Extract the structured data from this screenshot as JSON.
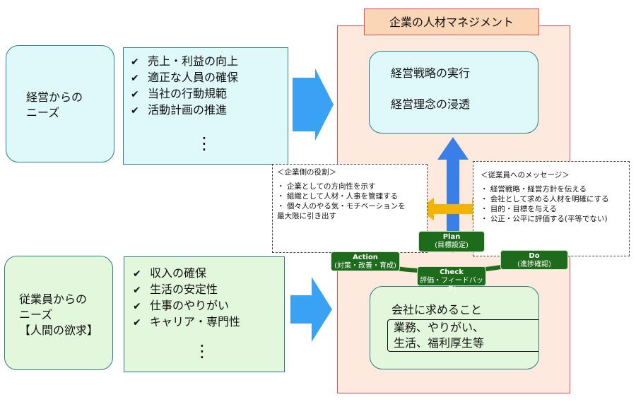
{
  "management": {
    "title": "企業の人材マネジメント",
    "top_box": [
      "経営戦略の実行",
      "経営理念の浸透"
    ],
    "bottom_box": {
      "line1": "会社に求めること",
      "line2": "業務、やりがい、",
      "line3": "生活、福利厚生等"
    }
  },
  "management_needs": {
    "label": [
      "経営からの",
      "ニーズ"
    ],
    "items": [
      "売上・利益の向上",
      "適正な人員の確保",
      "当社の行動規範",
      "活動計画の推進"
    ],
    "more": "⋮"
  },
  "employee_needs": {
    "label": [
      "従業員からの",
      "ニーズ",
      "【人間の欲求】"
    ],
    "items": [
      "収入の確保",
      "生活の安定性",
      "仕事のやりがい",
      "キャリア・専門性"
    ],
    "more": "⋮"
  },
  "company_role": {
    "title": "＜企業側の役割＞",
    "items": [
      "企業としての方向性を示す",
      "組織として人材・人事を管理する",
      "個々人のやる気・モチベーションを"
    ],
    "continuation": "最大限に引き出す"
  },
  "employee_message": {
    "title": "＜従業員へのメッセージ＞",
    "items": [
      "経営戦略・経営方針を伝える",
      "会社として求める人材を明確にする",
      "目的・目標を与える",
      "公正・公平に評価する(平等でない)"
    ]
  },
  "pdca": {
    "plan": {
      "name": "Plan",
      "sub": "(目標設定)"
    },
    "do": {
      "name": "Do",
      "sub": "(進捗確認)"
    },
    "check": {
      "name": "Check",
      "sub": "評価・フィードバック)"
    },
    "action": {
      "name": "Action",
      "sub": "(対策・改善・育成)"
    }
  },
  "colors": {
    "arrow_blue": "#3aa2f2",
    "vertical_arrow": "#3a7ee8",
    "yellow_arrow": "#f2b400",
    "cycle_green": "#1f6b1c",
    "frame_border": "#e05050",
    "frame_fill": "#fde9dd",
    "title_fill": "#fbd6b6"
  }
}
